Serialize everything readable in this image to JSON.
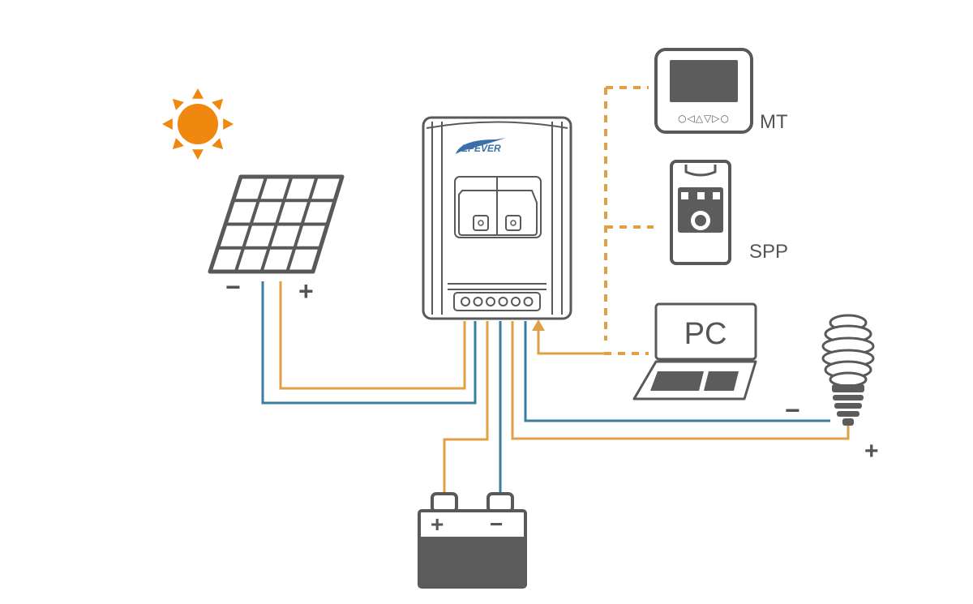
{
  "colors": {
    "positive_wire": "#e2a046",
    "negative_wire": "#3a7fa0",
    "device_outline": "#595959",
    "device_fill": "#5c5c5c",
    "sun": "#f0880f",
    "label_text": "#555555",
    "background": "#ffffff"
  },
  "icons": [
    "sun-icon",
    "solar-panel-icon",
    "charge-controller-icon",
    "battery-icon",
    "meter-mt-icon",
    "spp-device-icon",
    "laptop-icon",
    "light-bulb-icon"
  ],
  "solar_panel": {
    "minus_label": "−",
    "plus_label": "+"
  },
  "controller": {
    "brand": "EPEVER"
  },
  "devices": {
    "mt_label": "MT",
    "mt_buttons": "○◁△▽▷○",
    "spp_label": "SPP",
    "pc_label": "PC"
  },
  "battery": {
    "plus_label": "+",
    "minus_label": "−"
  },
  "load": {
    "minus_label": "−",
    "plus_label": "+"
  }
}
